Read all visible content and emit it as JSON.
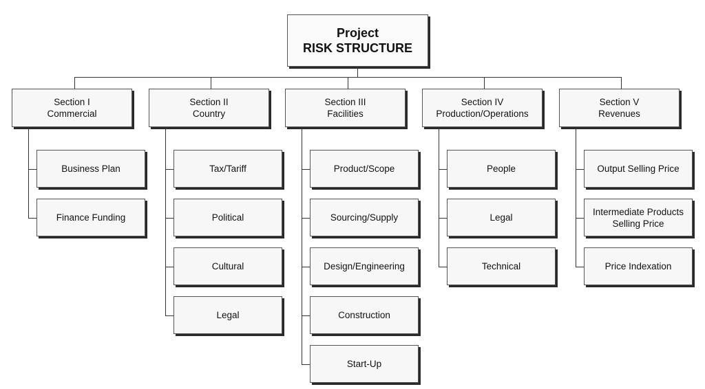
{
  "root": {
    "title_line1": "Project",
    "title_line2": "RISK STRUCTURE"
  },
  "sections": [
    {
      "id": "i",
      "label": "Section I\nCommercial",
      "items": [
        "Business Plan",
        "Finance Funding"
      ]
    },
    {
      "id": "ii",
      "label": "Section II\nCountry",
      "items": [
        "Tax/Tariff",
        "Political",
        "Cultural",
        "Legal"
      ]
    },
    {
      "id": "iii",
      "label": "Section III\nFacilities",
      "items": [
        "Product/Scope",
        "Sourcing/Supply",
        "Design/Engineering",
        "Construction",
        "Start-Up"
      ]
    },
    {
      "id": "iv",
      "label": "Section IV\nProduction/Operations",
      "items": [
        "People",
        "Legal",
        "Technical"
      ]
    },
    {
      "id": "v",
      "label": "Section V\nRevenues",
      "items": [
        "Output Selling Price",
        "Intermediate  Products\nSelling Price",
        "Price Indexation"
      ]
    }
  ]
}
